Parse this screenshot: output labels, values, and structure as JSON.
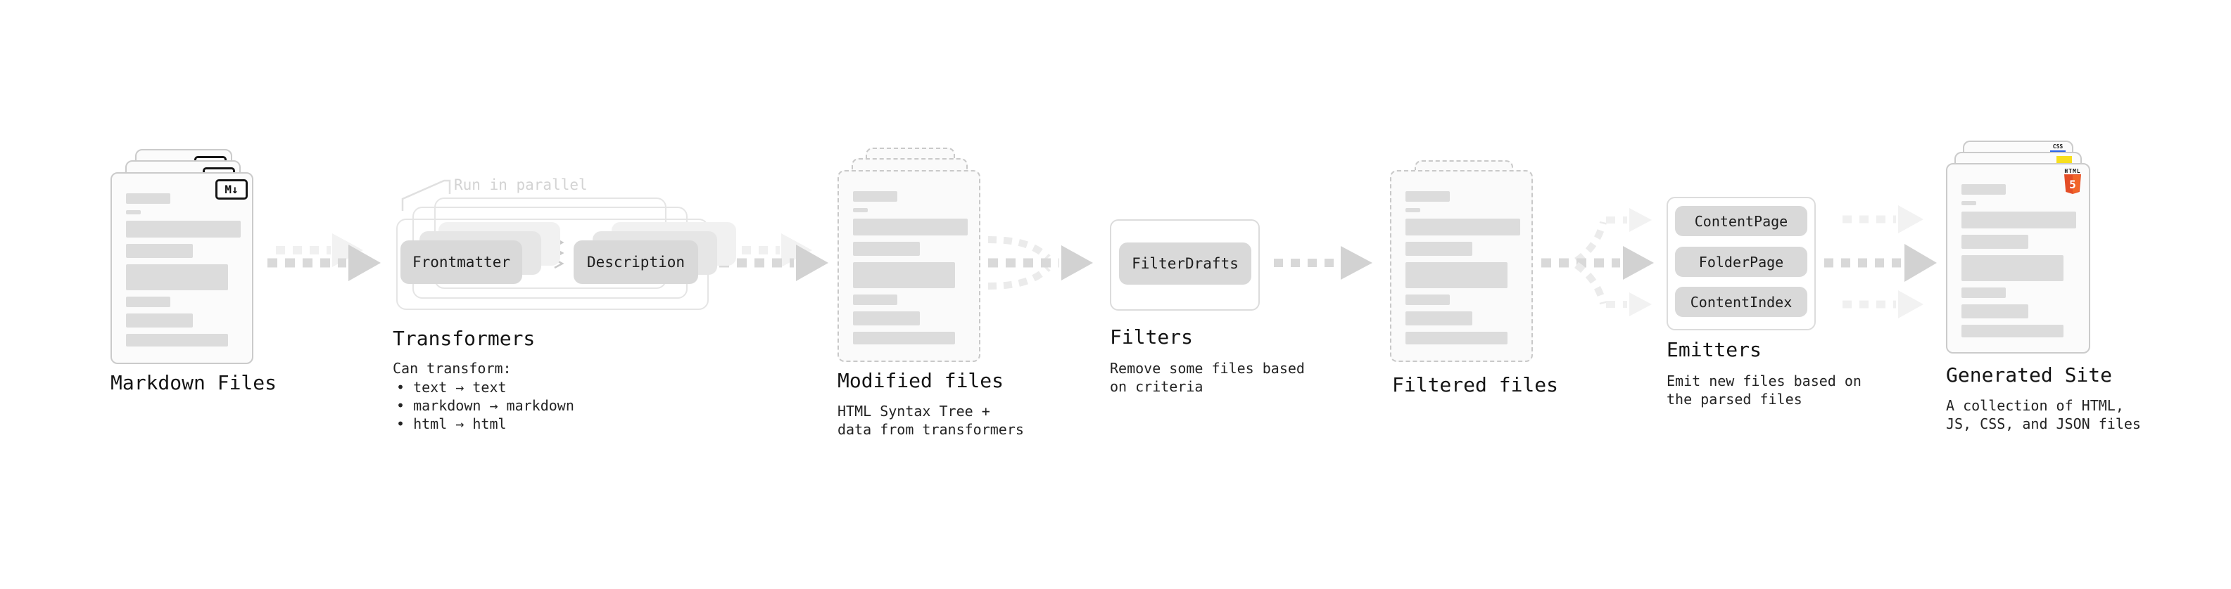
{
  "diagram": {
    "stages": {
      "markdown_files": {
        "title": "Markdown Files",
        "badge": "M↓"
      },
      "transformers": {
        "title": "Transformers",
        "annotation": "Run in parallel",
        "input_pill": "Frontmatter",
        "output_pill": "Description",
        "caption": "Can transform:",
        "bullets": [
          "• text → text",
          "• markdown → markdown",
          "• html → html"
        ]
      },
      "modified_files": {
        "title": "Modified files",
        "caption_line1": "HTML Syntax Tree +",
        "caption_line2": "data from transformers"
      },
      "filters": {
        "title": "Filters",
        "pill": "FilterDrafts",
        "caption_line1": "Remove some files based",
        "caption_line2": "on criteria"
      },
      "filtered_files": {
        "title": "Filtered files"
      },
      "emitters": {
        "title": "Emitters",
        "pills": [
          "ContentPage",
          "FolderPage",
          "ContentIndex"
        ],
        "caption_line1": "Emit new files based on",
        "caption_line2": "the parsed files"
      },
      "generated_site": {
        "title": "Generated Site",
        "caption_line1": "A collection of HTML,",
        "caption_line2": "JS, CSS, and JSON files",
        "badges": {
          "css": "CSS",
          "html_label": "HTML",
          "html_number": "5"
        }
      }
    },
    "colors": {
      "html5_orange": "#e44d26",
      "js_yellow": "#f7df1e",
      "css_blue": "#2862e9",
      "placeholder_gray": "#dcdcdc"
    }
  }
}
